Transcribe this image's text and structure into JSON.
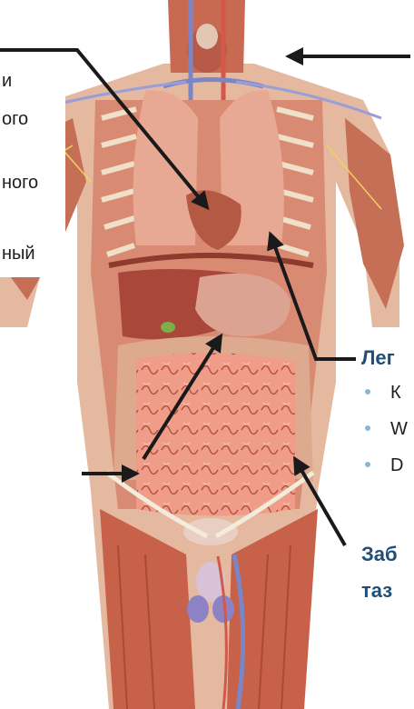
{
  "left_labels": [
    "и",
    "ого",
    "ного",
    "ный"
  ],
  "right_heading_1": "Лег",
  "bullets": [
    "К",
    "W",
    "D"
  ],
  "right_heading_2a": "Заб",
  "right_heading_2b": "таз",
  "colors": {
    "heading": "#1f4e79",
    "bullet": "#8ab6d6",
    "arrow": "#1a1a1a",
    "muscle": "#c8614a",
    "intestine": "#ee9b86",
    "bone": "#e8d6b8"
  },
  "icons": [
    "arrow-icon"
  ]
}
